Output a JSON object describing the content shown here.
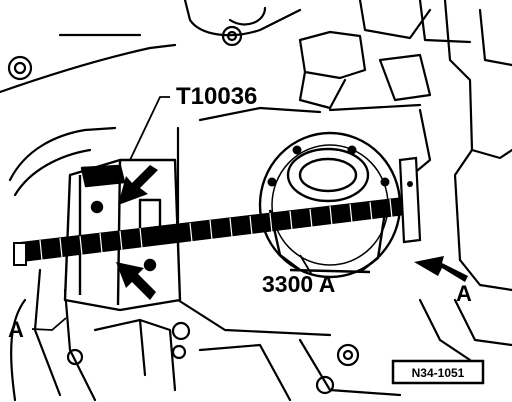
{
  "labels": {
    "tool_top": "T10036",
    "tool_center": "3300 A",
    "marker_left": "A",
    "marker_right": "A"
  },
  "reference_code": "N34-1051",
  "colors": {
    "ink": "#000000",
    "paper": "#ffffff"
  }
}
